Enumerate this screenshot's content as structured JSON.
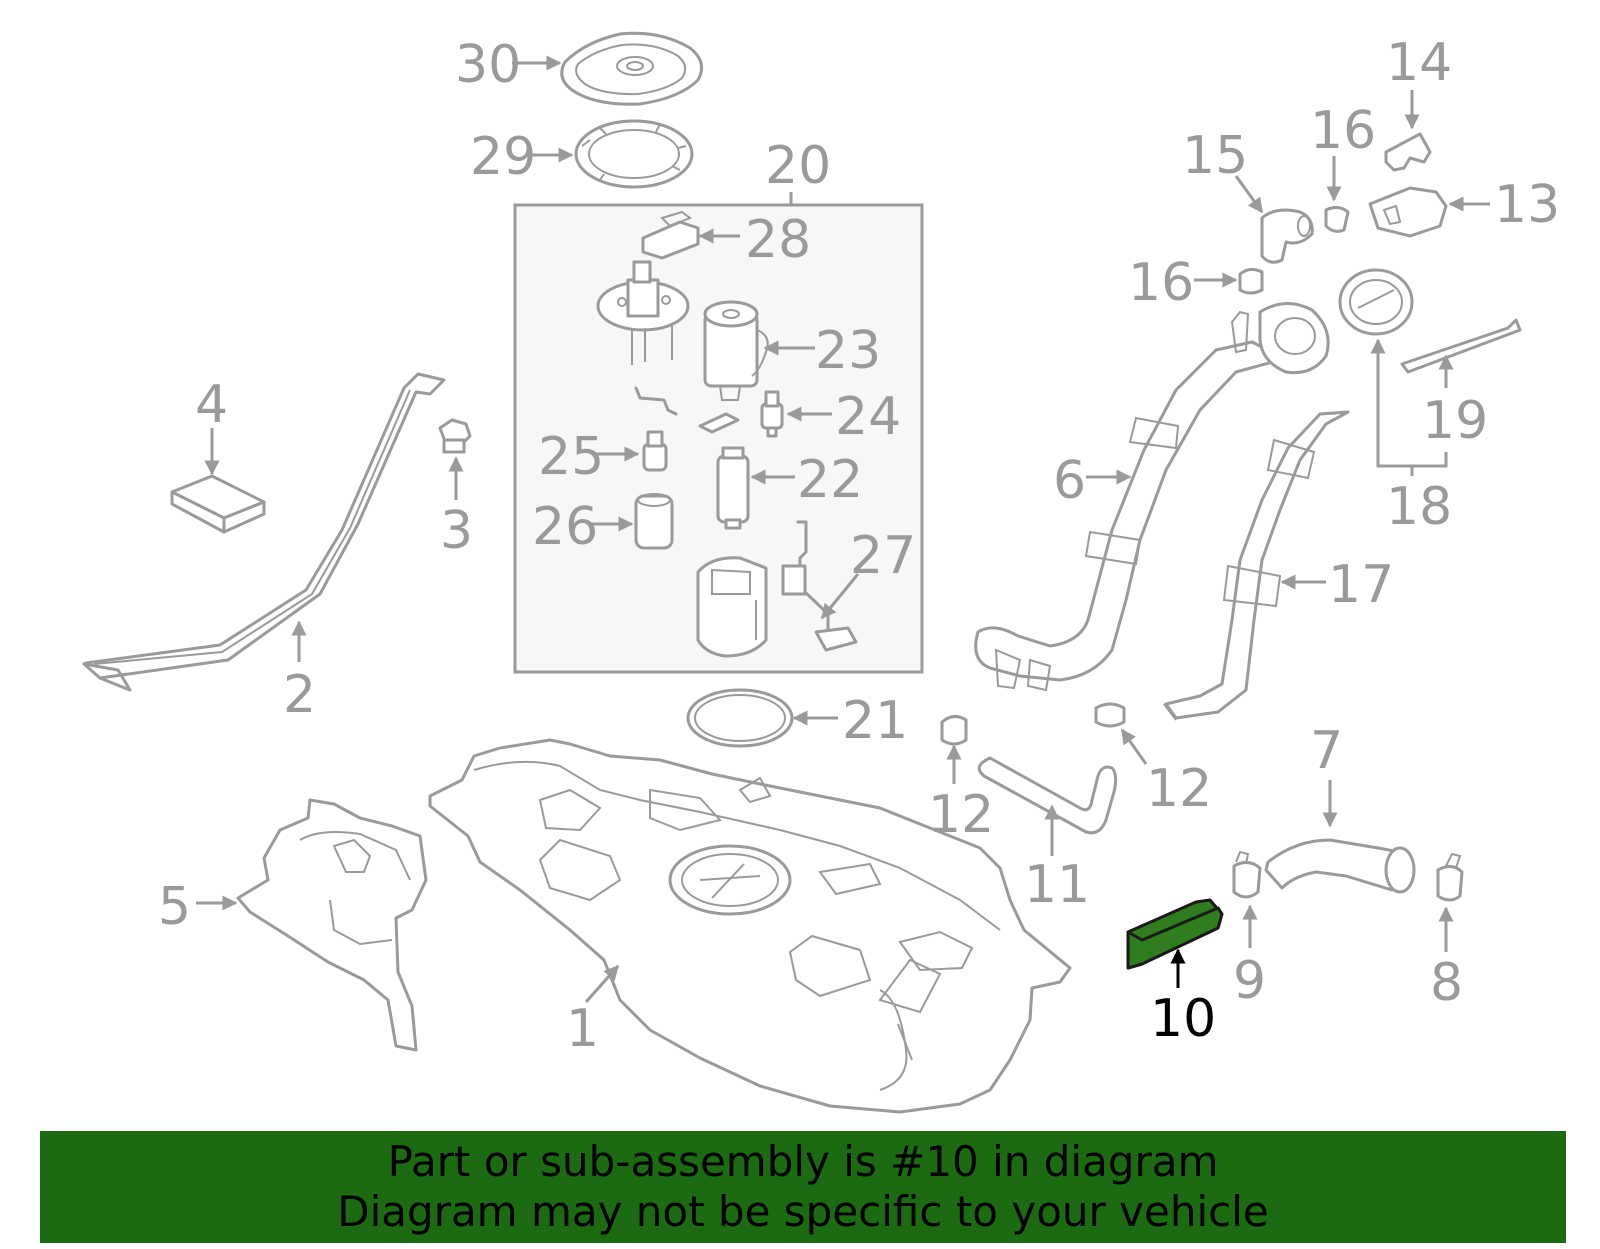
{
  "colors": {
    "part_stroke": "#9a9a9a",
    "highlight_fill": "#2f7d1f",
    "banner_bg": "#1c6b12",
    "banner_text": "#000000",
    "highlight_label": "#000000"
  },
  "callouts": {
    "c1": "1",
    "c2": "2",
    "c3": "3",
    "c4": "4",
    "c5": "5",
    "c6": "6",
    "c7": "7",
    "c8": "8",
    "c9": "9",
    "c10": "10",
    "c11": "11",
    "c12a": "12",
    "c12b": "12",
    "c13": "13",
    "c14": "14",
    "c15": "15",
    "c16a": "16",
    "c16b": "16",
    "c17": "17",
    "c18": "18",
    "c19": "19",
    "c20": "20",
    "c21": "21",
    "c22": "22",
    "c23": "23",
    "c24": "24",
    "c25": "25",
    "c26": "26",
    "c27": "27",
    "c28": "28",
    "c29": "29",
    "c30": "30"
  },
  "highlighted_part": "10",
  "banner": {
    "line1": "Part or sub-assembly is #10 in diagram",
    "line2": "Diagram may not be specific to your vehicle"
  }
}
